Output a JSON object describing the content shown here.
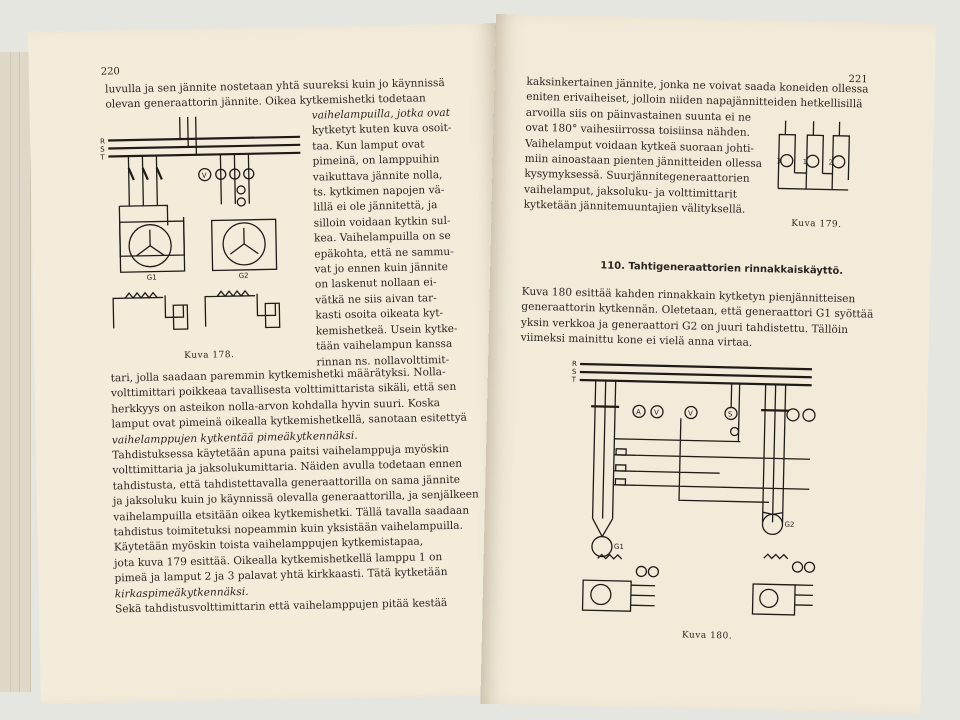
{
  "left_page": {
    "page_number": "220",
    "top_lines": [
      "luvulla ja sen jännite nostetaan yhtä suureksi kuin jo käynnissä",
      "olevan generaattorin jännite. Oikea kytkemishetki todetaan"
    ],
    "side_lines": [
      "vaihelampuilla, jotka ovat",
      "kytketyt kuten kuva osoit-",
      "taa. Kun lamput ovat",
      "pimeinä, on lamppuihin",
      "vaikuttava jännite nolla,",
      "ts. kytkimen napojen vä-",
      "lillä ei ole jännitettä, ja",
      "silloin voidaan kytkin sul-",
      "kea. Vaihelampuilla on se",
      "epäkohta, että ne sammu-",
      "vat jo ennen kuin jännite",
      "on laskenut nollaan ei-",
      "vätkä ne siis aivan tar-",
      "kasti osoita oikeata kyt-",
      "kemishetkeä. Usein kytke-",
      "tään vaihelampun kanssa",
      "rinnan ns. nollavolttimit-"
    ],
    "figure_caption": "Kuva 178.",
    "figure_labels": [
      "R",
      "S",
      "T",
      "G1",
      "G2",
      "V"
    ],
    "bottom_lines": [
      "tari, jolla saadaan paremmin kytkemishetki määrätyksi. Nolla-",
      "volttimittari poikkeaa tavallisesta volttimittarista sikäli, että sen",
      "herkkyys on asteikon nolla-arvon kohdalla hyvin suuri. Koska",
      "lamput ovat pimeinä oikealla kytkemishetkellä, sanotaan esitettyä",
      "vaihelamppujen kytkentää pimeäkytkennäksi.",
      "Tahdistuksessa käytetään apuna paitsi vaihelamppuja myöskin",
      "volttimittaria ja jaksolukumittaria. Näiden avulla todetaan ennen",
      "tahdistusta, että tahdistettavalla generaattorilla on sama jännite",
      "ja jaksoluku kuin jo käynnissä olevalla generaattorilla, ja senjälkeen",
      "vaihelampuilla etsitään oikea kytkemishetki. Tällä tavalla saadaan",
      "tahdistus toimitetuksi nopeammin kuin yksistään vaihelampuilla.",
      "Käytetään myöskin toista vaihelamppujen kytkemistapaa,",
      "jota kuva 179 esittää. Oikealla kytkemishetkellä lamppu 1 on",
      "pimeä ja lamput 2 ja 3 palavat yhtä kirkkaasti. Tätä kytketään",
      "kirkaspimeäkytkennäksi.",
      "Sekä tahdistusvolttimittarin että vaihelamppujen pitää kestää"
    ]
  },
  "right_page": {
    "page_number": "221",
    "top_lines": [
      "kaksinkertainen jännite, jonka ne voivat saada koneiden ollessa",
      "eniten erivaiheiset, jolloin niiden napajännitteiden hetkellisillä",
      "arvoilla siis on päinvastainen suunta ei ne",
      "ovat 180° vaihesiirrossa toisiinsa nähden.",
      "Vaihelamput voidaan kytkeä suoraan johti-",
      "miin ainoastaan pienten jännitteiden ollessa",
      "kysymyksessä. Suurjännitegeneraattorien",
      "vaihelamput, jaksoluku- ja volttimittarit",
      "kytketään jännitemuuntajien välityksellä."
    ],
    "figure_179_caption": "Kuva 179.",
    "figure_179_labels": [
      "3",
      "1",
      "2"
    ],
    "section_heading": "110. Tahtigeneraattorien rinnakkaiskäyttö.",
    "body_lines": [
      "Kuva 180 esittää kahden rinnakkain kytketyn pienjännitteisen",
      "generaattorin kytkennän. Oletetaan, että generaattori G1 syöttää",
      "yksin verkkoa ja generaattori G2 on juuri tahdistettu. Tällöin",
      "viimeksi mainittu kone ei vielä anna virtaa."
    ],
    "figure_180_caption": "Kuva 180.",
    "figure_180_labels": [
      "R",
      "S",
      "T",
      "A",
      "V",
      "S",
      "G1",
      "G2"
    ]
  },
  "colors": {
    "paper": "#f4ecdb",
    "ink": "#2a2621",
    "background": "#e6e6e1"
  }
}
